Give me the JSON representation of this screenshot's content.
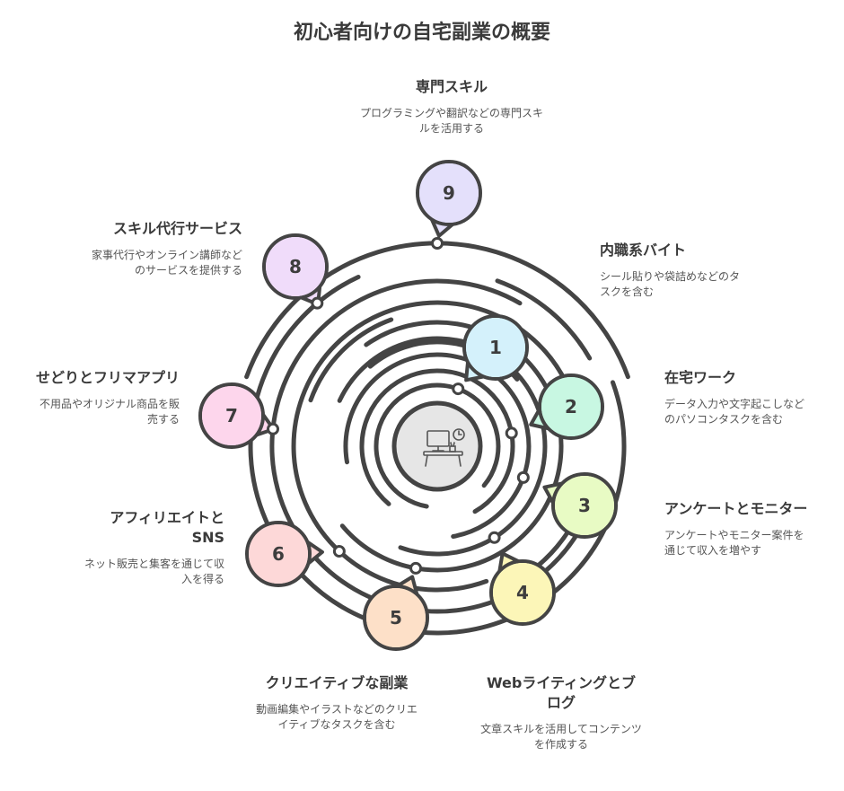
{
  "title": "初心者向けの自宅副業の概要",
  "center_icon": "desk-computer-icon",
  "stroke_color": "#444444",
  "items": [
    {
      "num": "1",
      "title": "内職系バイト",
      "desc": "シール貼りや袋詰めなどのタスクを含む",
      "color": "#d4f1fb"
    },
    {
      "num": "2",
      "title": "在宅ワーク",
      "desc": "データ入力や文字起こしなどのパソコンタスクを含む",
      "color": "#c8f7e2"
    },
    {
      "num": "3",
      "title": "アンケートとモニター",
      "desc": "アンケートやモニター案件を通じて収入を増やす",
      "color": "#e8fbc4"
    },
    {
      "num": "4",
      "title": "Webライティングとブログ",
      "desc": "文章スキルを活用してコンテンツを作成する",
      "color": "#fcf6b8"
    },
    {
      "num": "5",
      "title": "クリエイティブな副業",
      "desc": "動画編集やイラストなどのクリエイティブなタスクを含む",
      "color": "#fde0c8"
    },
    {
      "num": "6",
      "title": "アフィリエイトとSNS",
      "desc": "ネット販売と集客を通じて収入を得る",
      "color": "#fdd8d8"
    },
    {
      "num": "7",
      "title": "せどりとフリマアプリ",
      "desc": "不用品やオリジナル商品を販売する",
      "color": "#fdd6ec"
    },
    {
      "num": "8",
      "title": "スキル代行サービス",
      "desc": "家事代行やオンライン講師などのサービスを提供する",
      "color": "#f0dcfa"
    },
    {
      "num": "9",
      "title": "専門スキル",
      "desc": "プログラミングや翻訳などの専門スキルを活用する",
      "color": "#e4e0fb"
    }
  ]
}
